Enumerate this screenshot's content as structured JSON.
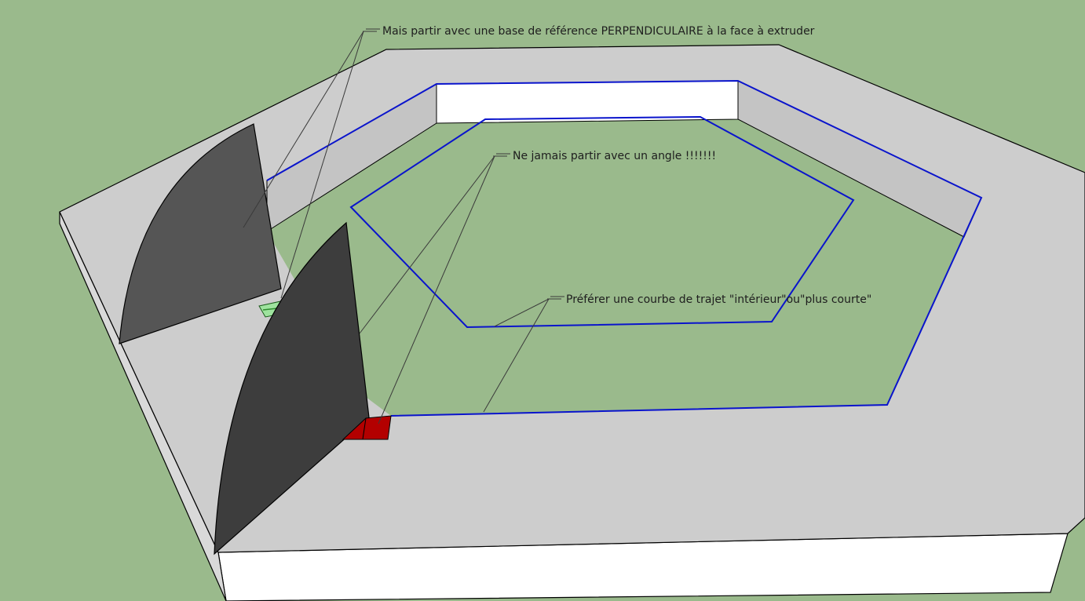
{
  "annotations": {
    "perpendicular_base": "Mais partir avec une base de référence PERPENDICULAIRE à la face à extruder",
    "never_angle": "Ne jamais partir avec un angle !!!!!!!",
    "prefer_inner": "Préférer une courbe de trajet \"intérieur\"ou\"plus courte\""
  },
  "colors": {
    "background": "#9aba8c",
    "top_face": "#cdcdcd",
    "front_face": "#ffffff",
    "left_face": "#d9d9d9",
    "inner_wall": "#c4c4c4",
    "profile_face_light": "#555555",
    "profile_face_dark": "#3d3d3d",
    "path_line": "#0a14cc",
    "start_marker": "#b30000",
    "reference_base": "#9ee39e"
  },
  "icons": {
    "profile": "quarter-circle-profile",
    "path": "hexagon-path",
    "marker": "start-point-marker"
  }
}
